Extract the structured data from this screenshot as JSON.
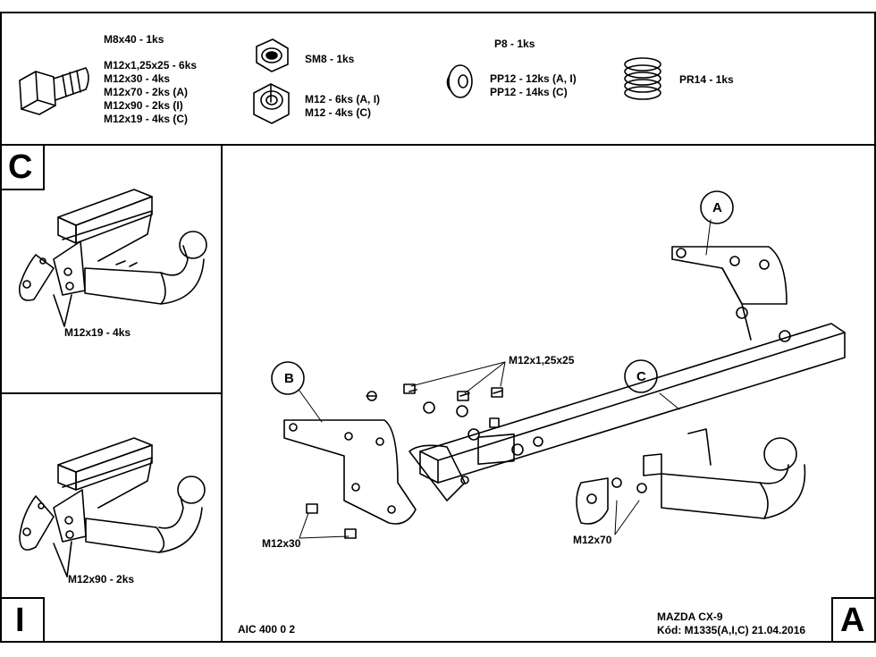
{
  "hardware": {
    "bolt_small": "M8x40 - 1ks",
    "bolts": [
      "M12x1,25x25 - 6ks",
      "M12x30 - 4ks",
      "M12x70 - 2ks (A)",
      "M12x90 - 2ks (I)",
      "M12x19 - 4ks (C)"
    ],
    "nut_small": "SM8 - 1ks",
    "nuts": [
      "M12 - 6ks (A, I)",
      "M12 - 4ks (C)"
    ],
    "washer_small": "P8 - 1ks",
    "washers": [
      "PP12 - 12ks (A, I)",
      "PP12 - 14ks (C)"
    ],
    "spring": "PR14 - 1ks"
  },
  "panels": {
    "c": {
      "letter": "C",
      "callout": "M12x19 - 4ks"
    },
    "i": {
      "letter": "I",
      "callout": "M12x90 - 2ks"
    },
    "a": {
      "letter": "A"
    }
  },
  "main": {
    "label_a": "A",
    "label_b": "B",
    "label_c": "C",
    "callout_bolts_top": "M12x1,25x25",
    "callout_m12x30": "M12x30",
    "callout_m12x70": "M12x70"
  },
  "footer": {
    "doc_number": "AIC 400 0 2",
    "model": "MAZDA CX-9",
    "code": "Kód: M1335(A,I,C)  21.04.2016"
  }
}
